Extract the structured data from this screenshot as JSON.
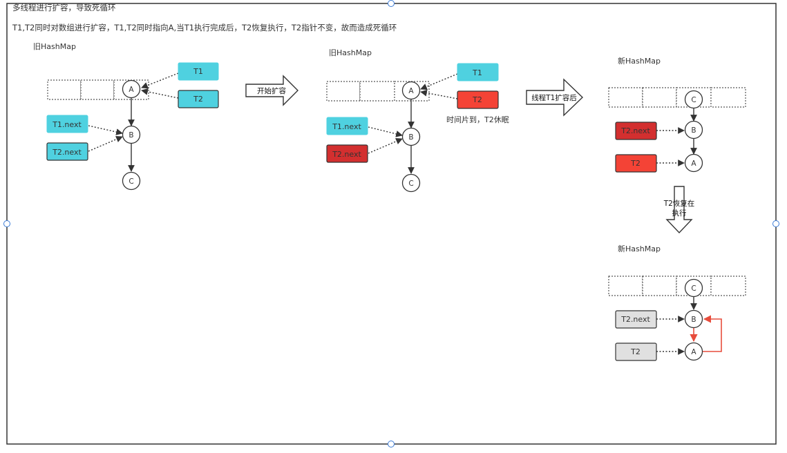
{
  "header": {
    "title": "多线程进行扩容，导致死循环",
    "description": "T1,T2同时对数组进行扩容，T1,T2同时指向A,当T1执行完成后，T2恢复执行，T2指针不变，故而造成死循环"
  },
  "panels": {
    "p1": {
      "label": "旧HashMap"
    },
    "p2": {
      "label": "旧HashMap",
      "note": "时间片到，T2休眠"
    },
    "p3": {
      "label": "新HashMap"
    },
    "p4": {
      "label": "新HashMap"
    }
  },
  "arrows": {
    "a1": "开始扩容",
    "a2": "线程T1扩容后",
    "a3_line1": "T2恢复在",
    "a3_line2": "执行"
  },
  "nodes": {
    "a": "A",
    "b": "B",
    "c": "C"
  },
  "pointers": {
    "t1": "T1",
    "t2": "T2",
    "t1_next": "T1.next",
    "t2_next": "T2.next"
  },
  "colors": {
    "cyan": "#4fd1e0",
    "red_light": "#f44336",
    "red_dark": "#d32f2f",
    "gray": "#e0e0e0",
    "loop_red": "#e74c3c"
  }
}
